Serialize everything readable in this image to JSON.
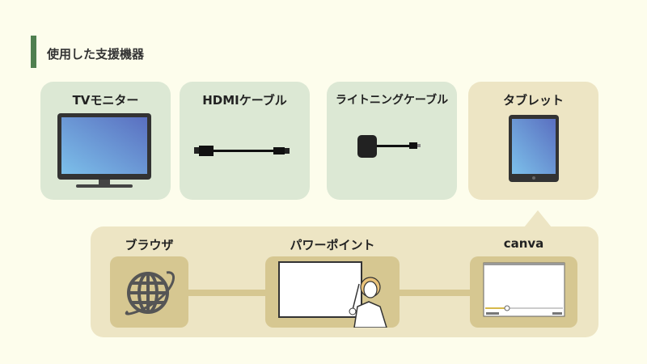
{
  "heading": "使用した支援機器",
  "devices": [
    {
      "label": "TVモニター"
    },
    {
      "label": "HDMIケーブル"
    },
    {
      "label": "ライトニングケーブル"
    },
    {
      "label": "タブレット"
    }
  ],
  "apps": [
    {
      "label": "ブラウザ"
    },
    {
      "label": "パワーポイント"
    },
    {
      "label": "canva"
    }
  ],
  "colors": {
    "accent": "#4f7f4f",
    "green_card": "#dce8d4",
    "tan": "#ede5c4",
    "tan_dark": "#d6c791"
  }
}
